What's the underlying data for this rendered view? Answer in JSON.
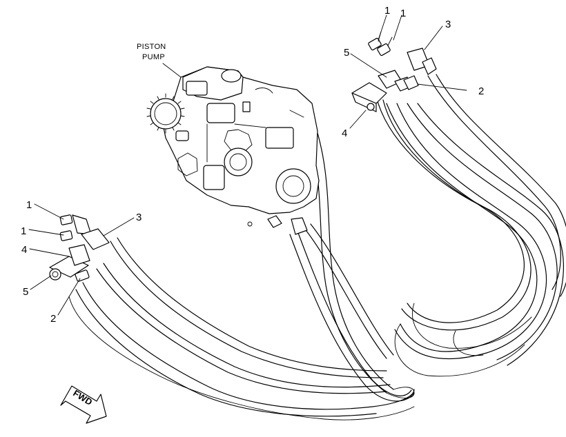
{
  "pump_label": {
    "line1": "PISTON",
    "line2": "PUMP"
  },
  "fwd_label": "FWD",
  "callouts": {
    "right_1a": "1",
    "right_1b": "1",
    "right_3": "3",
    "right_5": "5",
    "right_2": "2",
    "right_4": "4",
    "left_1a": "1",
    "left_1b": "1",
    "left_3": "3",
    "left_4": "4",
    "left_5": "5",
    "left_2": "2"
  }
}
